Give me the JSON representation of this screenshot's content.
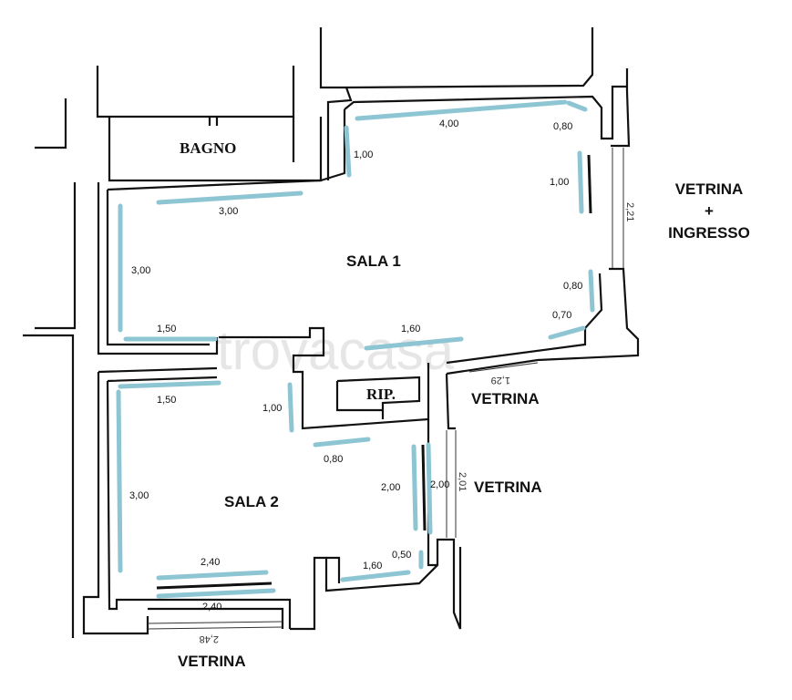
{
  "watermark": "trovacasa",
  "rooms": {
    "sala1": "SALA 1",
    "sala2": "SALA 2",
    "bagno": "BAGNO",
    "rip": "RIP."
  },
  "openings": {
    "vetrina_ingresso_line1": "VETRINA",
    "vetrina_ingresso_line2": "+",
    "vetrina_ingresso_line3": "INGRESSO",
    "vetrina_mid": "VETRINA",
    "vetrina_right": "VETRINA",
    "vetrina_bottom": "VETRINA"
  },
  "dimensions": {
    "ingresso_width": "2,21",
    "mid_width": "1,29",
    "right_width": "2,01",
    "bottom_width": "2,48"
  },
  "shelves": {
    "s1_top": "4,00",
    "s1_top_right": "0,80",
    "s1_left_small": "1,00",
    "s1_right_upper": "1,00",
    "s1_left_top": "3,00",
    "s1_left": "3,00",
    "s1_bottom_left": "1,50",
    "s1_bottom_mid": "1,60",
    "s1_right_lower": "0,80",
    "s1_right_corner": "0,70",
    "s2_top_left": "1,50",
    "s2_mid": "1,00",
    "s2_left": "3,00",
    "s2_bottom_rip": "0,80",
    "s2_right_inner": "2,00",
    "s2_right_outer": "2,00",
    "s2_bottom_top": "2,40",
    "s2_bottom_bottom": "2,40",
    "s2_bottom_right": "1,60",
    "s2_corner": "0,50"
  }
}
